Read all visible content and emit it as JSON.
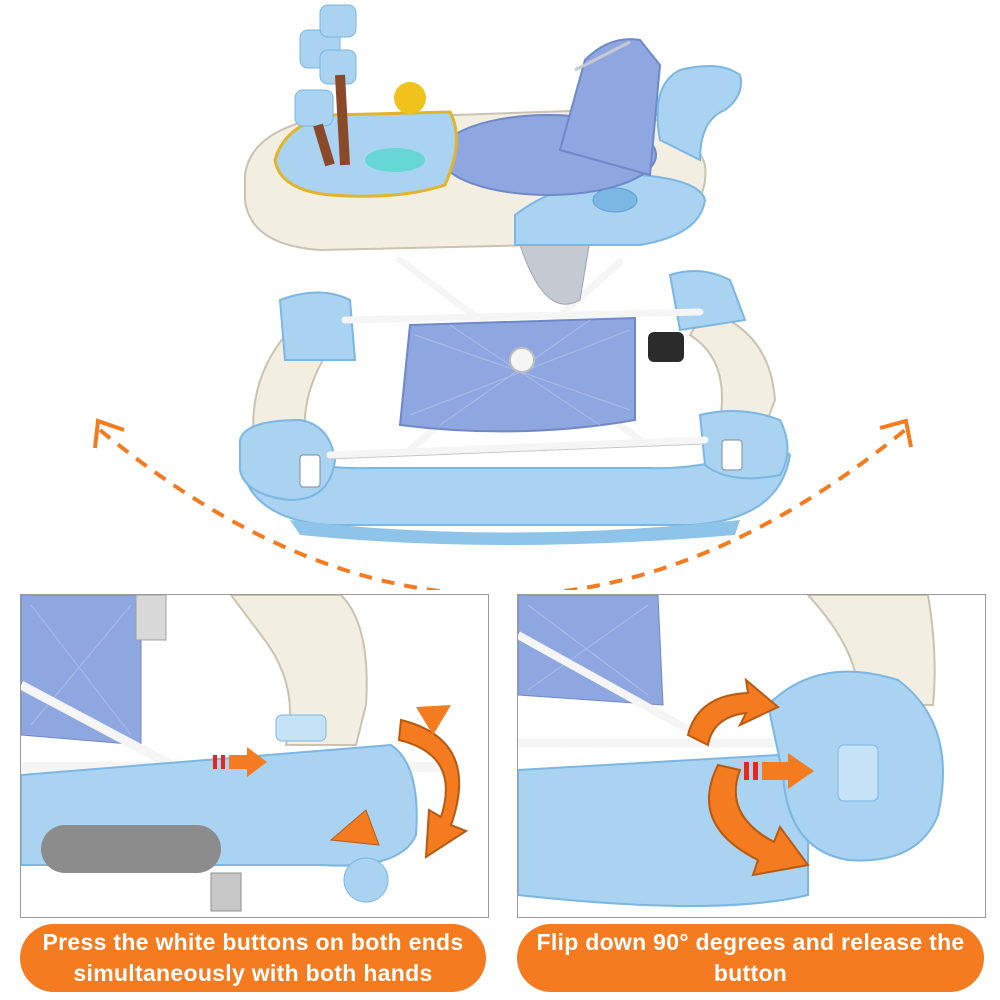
{
  "colors": {
    "caption_bg": "#f47b20",
    "arrow_orange": "#f47b20",
    "walker_blue": "#a9d3f0",
    "walker_blue_dark": "#7cb6e3",
    "fabric_blue": "#8fa7e0",
    "cream": "#f2eee2"
  },
  "captions": {
    "left": "Press the white buttons on both ends simultaneously with both hands",
    "right": "Flip down 90° degrees and release the button"
  },
  "icons": {
    "rock_arrow": "dashed-curved-double-arrow",
    "rotate_arrow": "orange-rotate-arrow",
    "push_arrow": "push-direction-arrow"
  }
}
